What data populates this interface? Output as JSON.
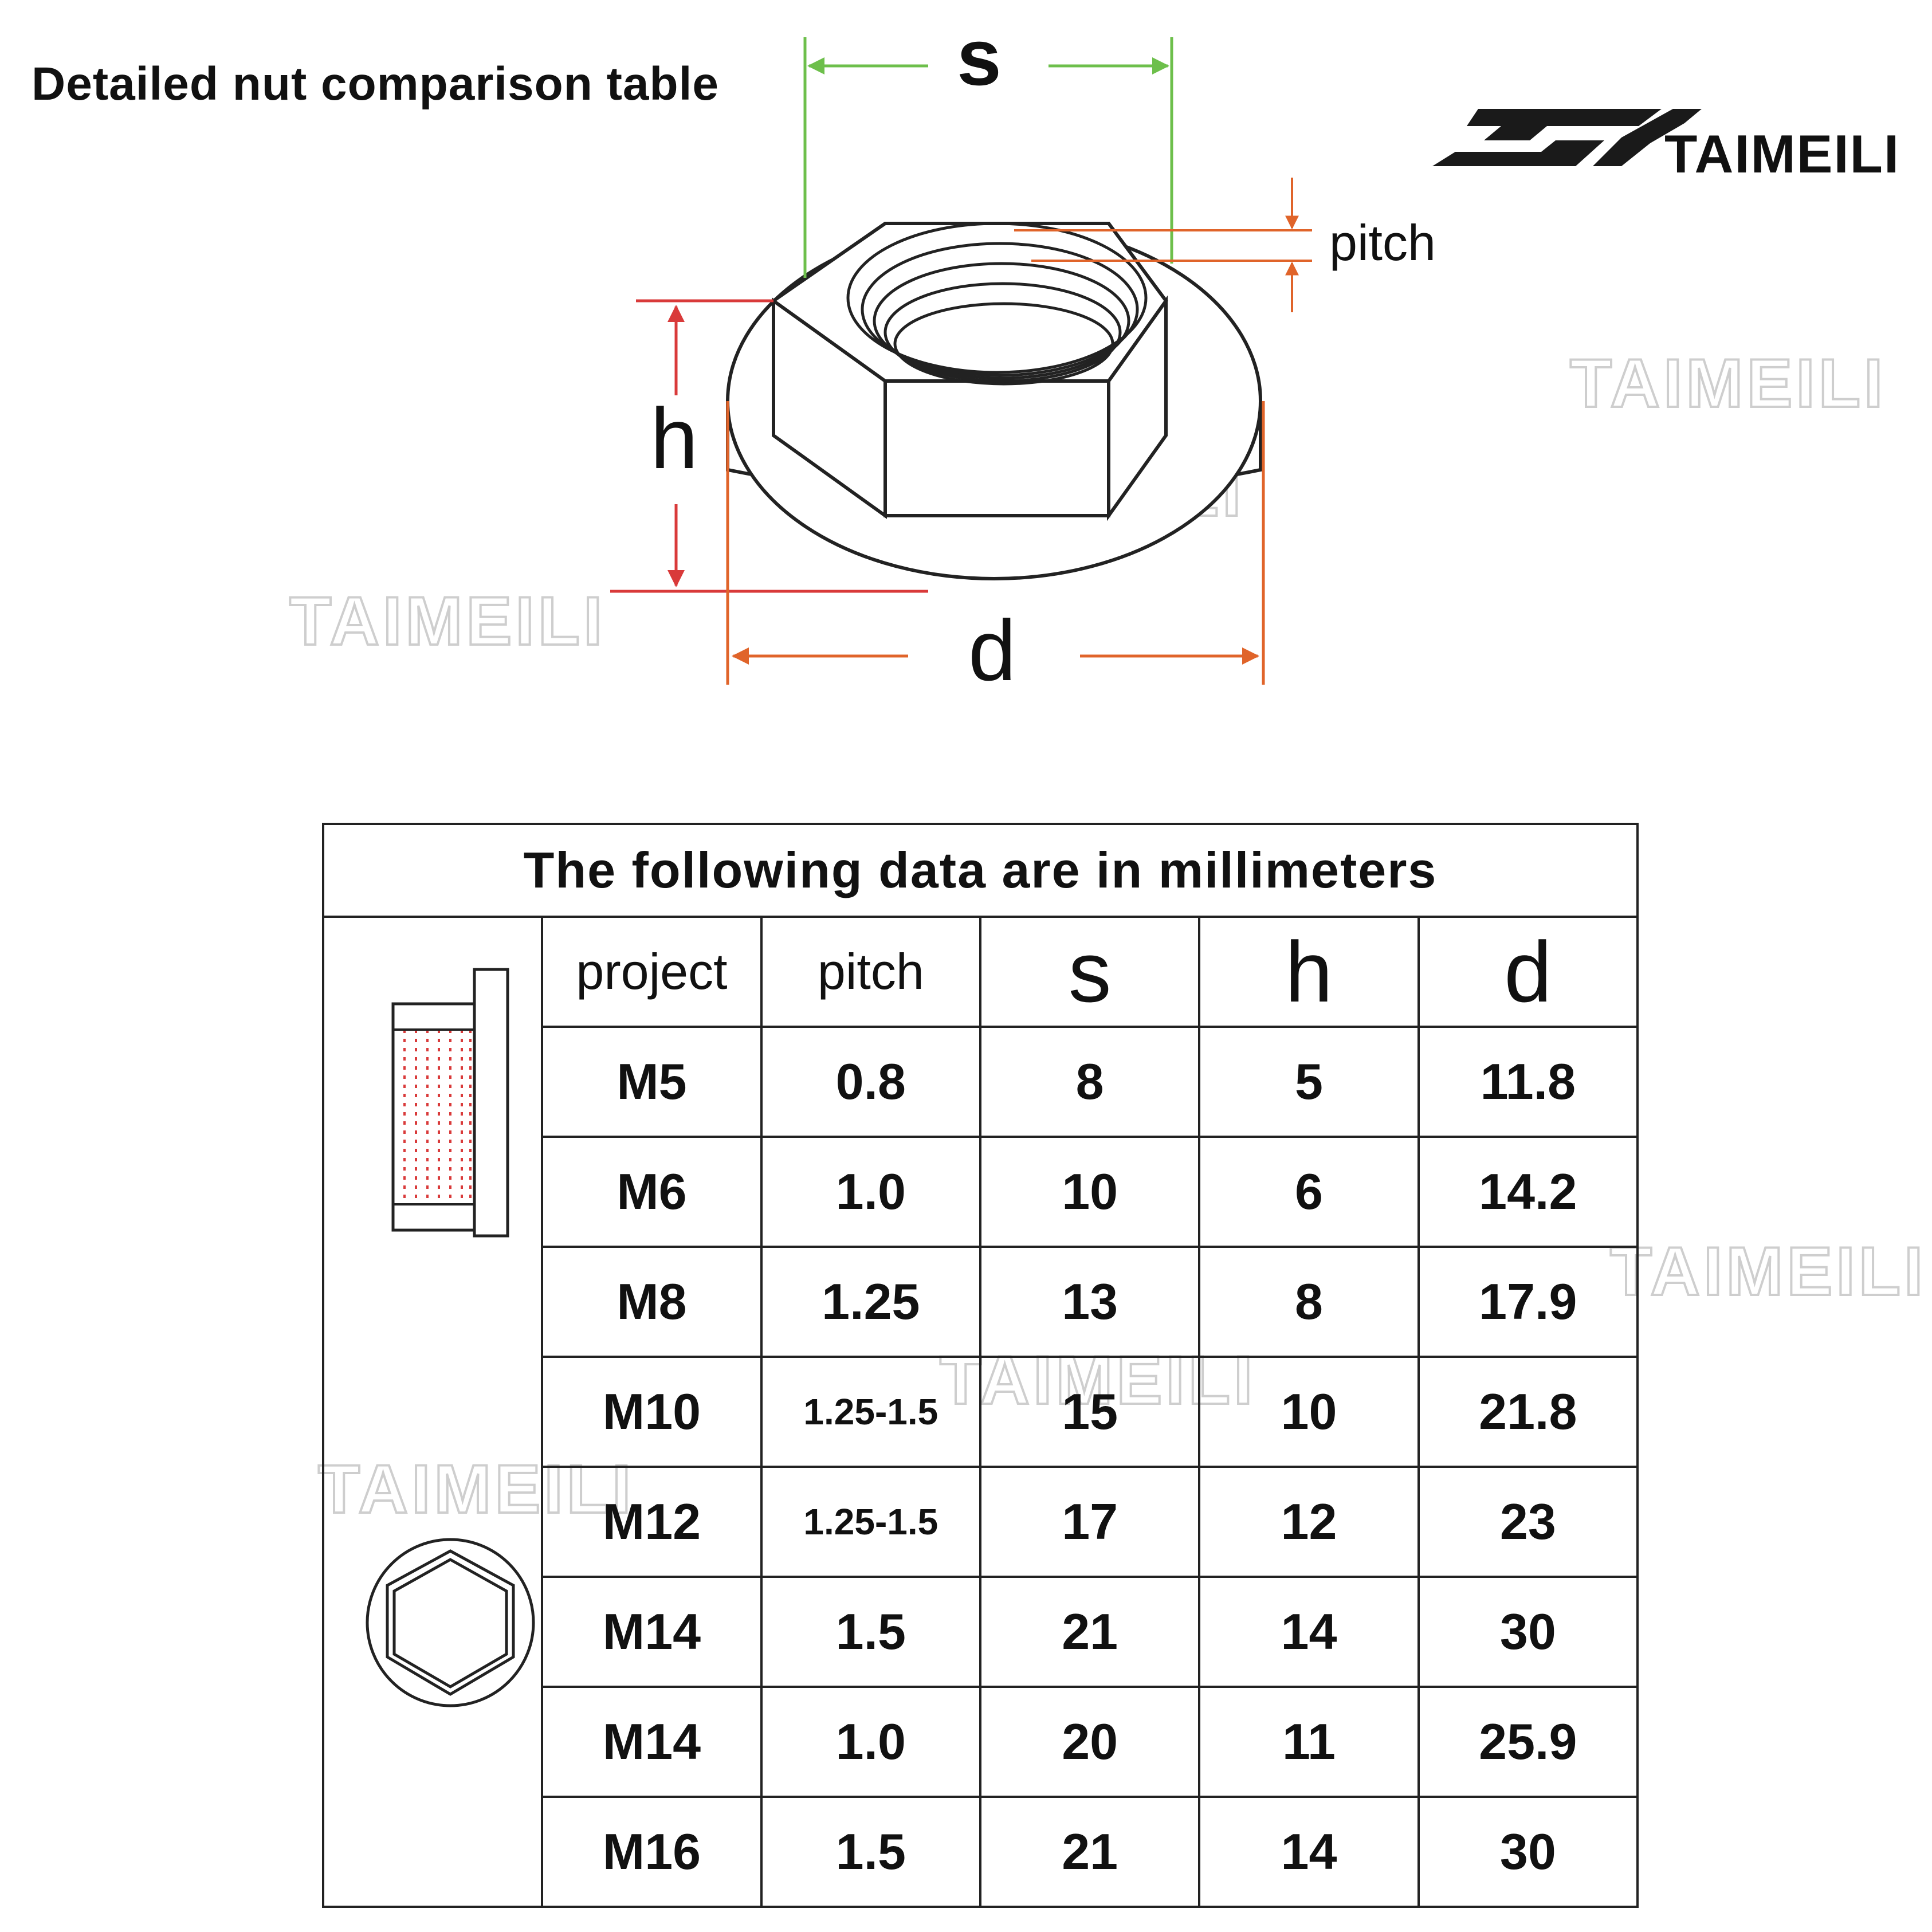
{
  "heading": "Detailed nut comparison table",
  "brand": {
    "name": "TAIMEILI",
    "color": "#1a1a1a"
  },
  "watermark": "TAIMEILI",
  "dimension_labels": {
    "s": "s",
    "pitch": "pitch",
    "h": "h",
    "d": "d"
  },
  "colors": {
    "s_lines": "#6dbf4b",
    "pitch_lines": "#e0642a",
    "h_lines": "#d93a3a",
    "d_lines": "#e0642a"
  },
  "table": {
    "caption": "The following data are in millimeters",
    "headers": [
      "project",
      "pitch",
      "s",
      "h",
      "d"
    ],
    "rows": [
      [
        "M5",
        "0.8",
        "8",
        "5",
        "11.8"
      ],
      [
        "M6",
        "1.0",
        "10",
        "6",
        "14.2"
      ],
      [
        "M8",
        "1.25",
        "13",
        "8",
        "17.9"
      ],
      [
        "M10",
        "1.25-1.5",
        "15",
        "10",
        "21.8"
      ],
      [
        "M12",
        "1.25-1.5",
        "17",
        "12",
        "23"
      ],
      [
        "M14",
        "1.5",
        "21",
        "14",
        "30"
      ],
      [
        "M14",
        "1.0",
        "20",
        "11",
        "25.9"
      ],
      [
        "M16",
        "1.5",
        "21",
        "14",
        "30"
      ]
    ]
  }
}
